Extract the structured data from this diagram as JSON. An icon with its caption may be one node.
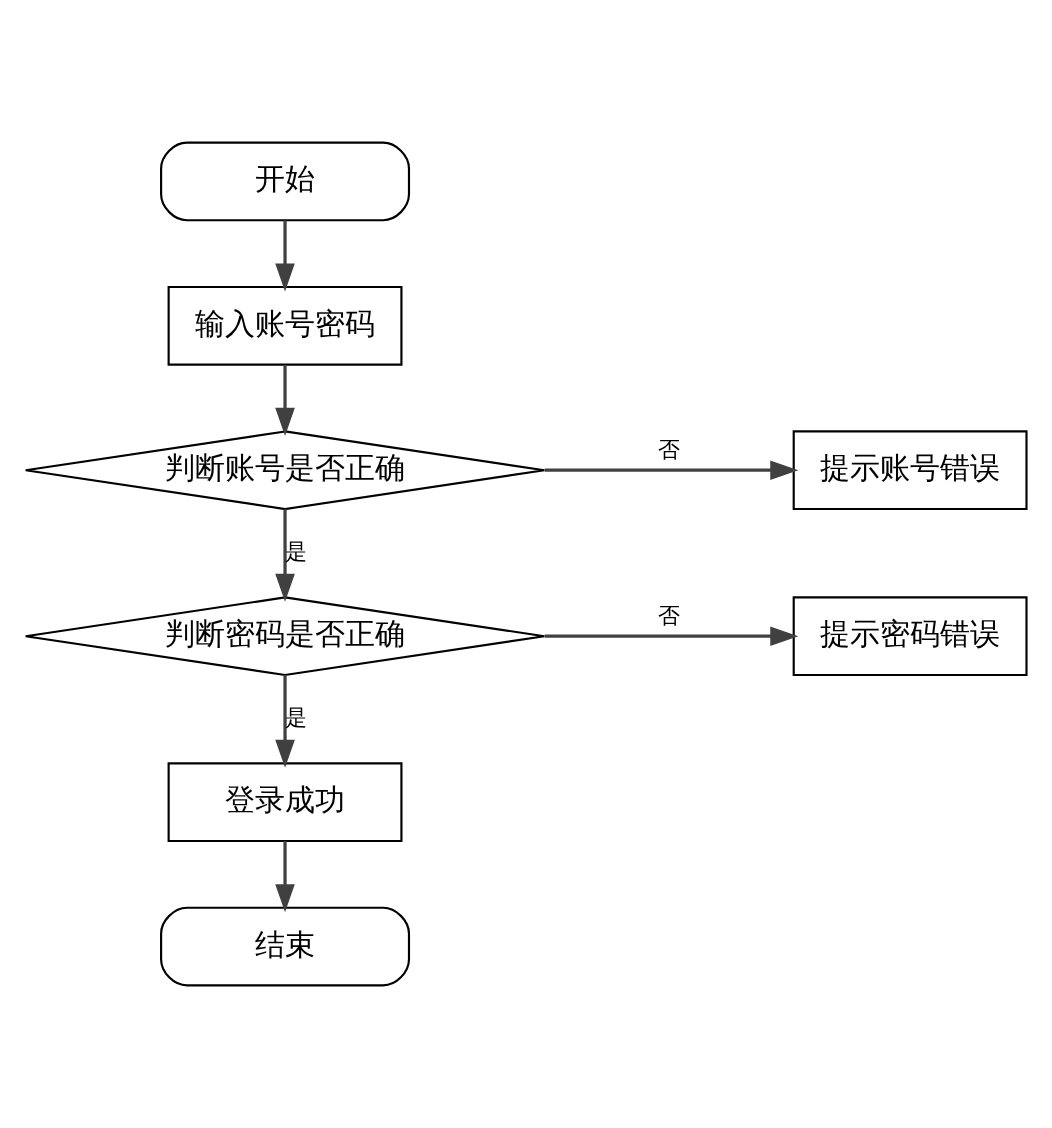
{
  "diagram": {
    "nodes": [
      {
        "text": [
          "开始"
        ]
      },
      {
        "text": [
          "输入账号密码"
        ]
      },
      {
        "text": [
          "判断账号是否正确"
        ]
      },
      {
        "text": [
          "提示账号错误"
        ]
      },
      {
        "text": [
          "判断密码是否正确"
        ]
      },
      {
        "text": [
          "提示密码错误"
        ]
      },
      {
        "text": [
          "登录成功"
        ]
      },
      {
        "text": [
          "结束"
        ]
      }
    ],
    "edges": [
      {
        "from": 0,
        "to": 1,
        "arrow": "to"
      },
      {
        "from": 1,
        "to": 2,
        "arrow": "to"
      },
      {
        "from": 2,
        "to": 3,
        "arrow": "to",
        "label": "否"
      },
      {
        "from": 2,
        "to": 4,
        "arrow": "to",
        "label": "是"
      },
      {
        "from": 4,
        "to": 5,
        "arrow": "to",
        "label": "否"
      },
      {
        "from": 4,
        "to": 6,
        "arrow": "to",
        "label": "是"
      },
      {
        "from": 6,
        "to": 7,
        "arrow": "to"
      }
    ]
  }
}
